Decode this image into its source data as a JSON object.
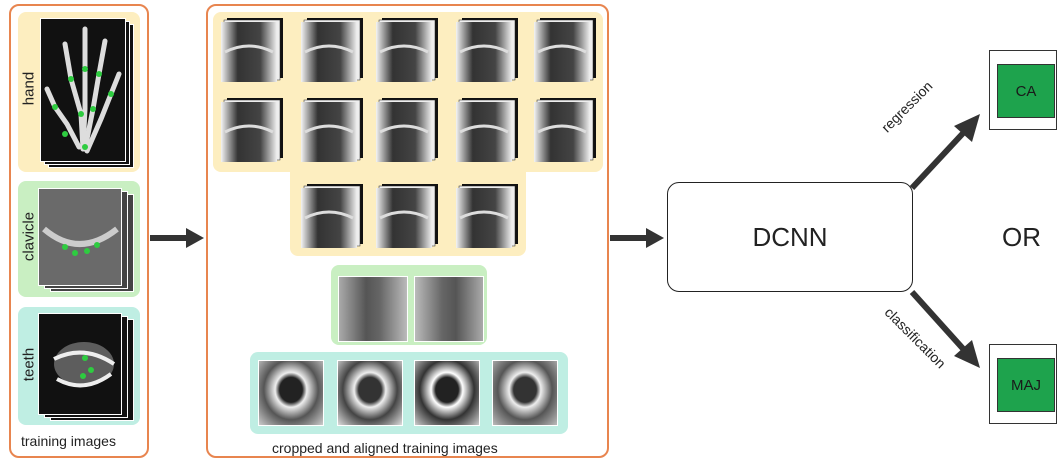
{
  "left_panel": {
    "caption": "training images",
    "groups": [
      {
        "label": "hand",
        "color": "#fdeec0"
      },
      {
        "label": "clavicle",
        "color": "#c9efc2"
      },
      {
        "label": "teeth",
        "color": "#bfeee3"
      }
    ]
  },
  "middle_panel": {
    "caption": "cropped and aligned training images"
  },
  "model": {
    "label": "DCNN"
  },
  "outputs": {
    "or_label": "OR",
    "top": {
      "branch": "regression",
      "label": "CA"
    },
    "bottom": {
      "branch": "classification",
      "label": "MAJ"
    }
  },
  "colors": {
    "panel_border": "#e8854f",
    "hand_bg": "#fdeec0",
    "clavicle_bg": "#c9efc2",
    "teeth_bg": "#bfeee3",
    "output_fill": "#1ea34d",
    "arrow": "#333333"
  }
}
